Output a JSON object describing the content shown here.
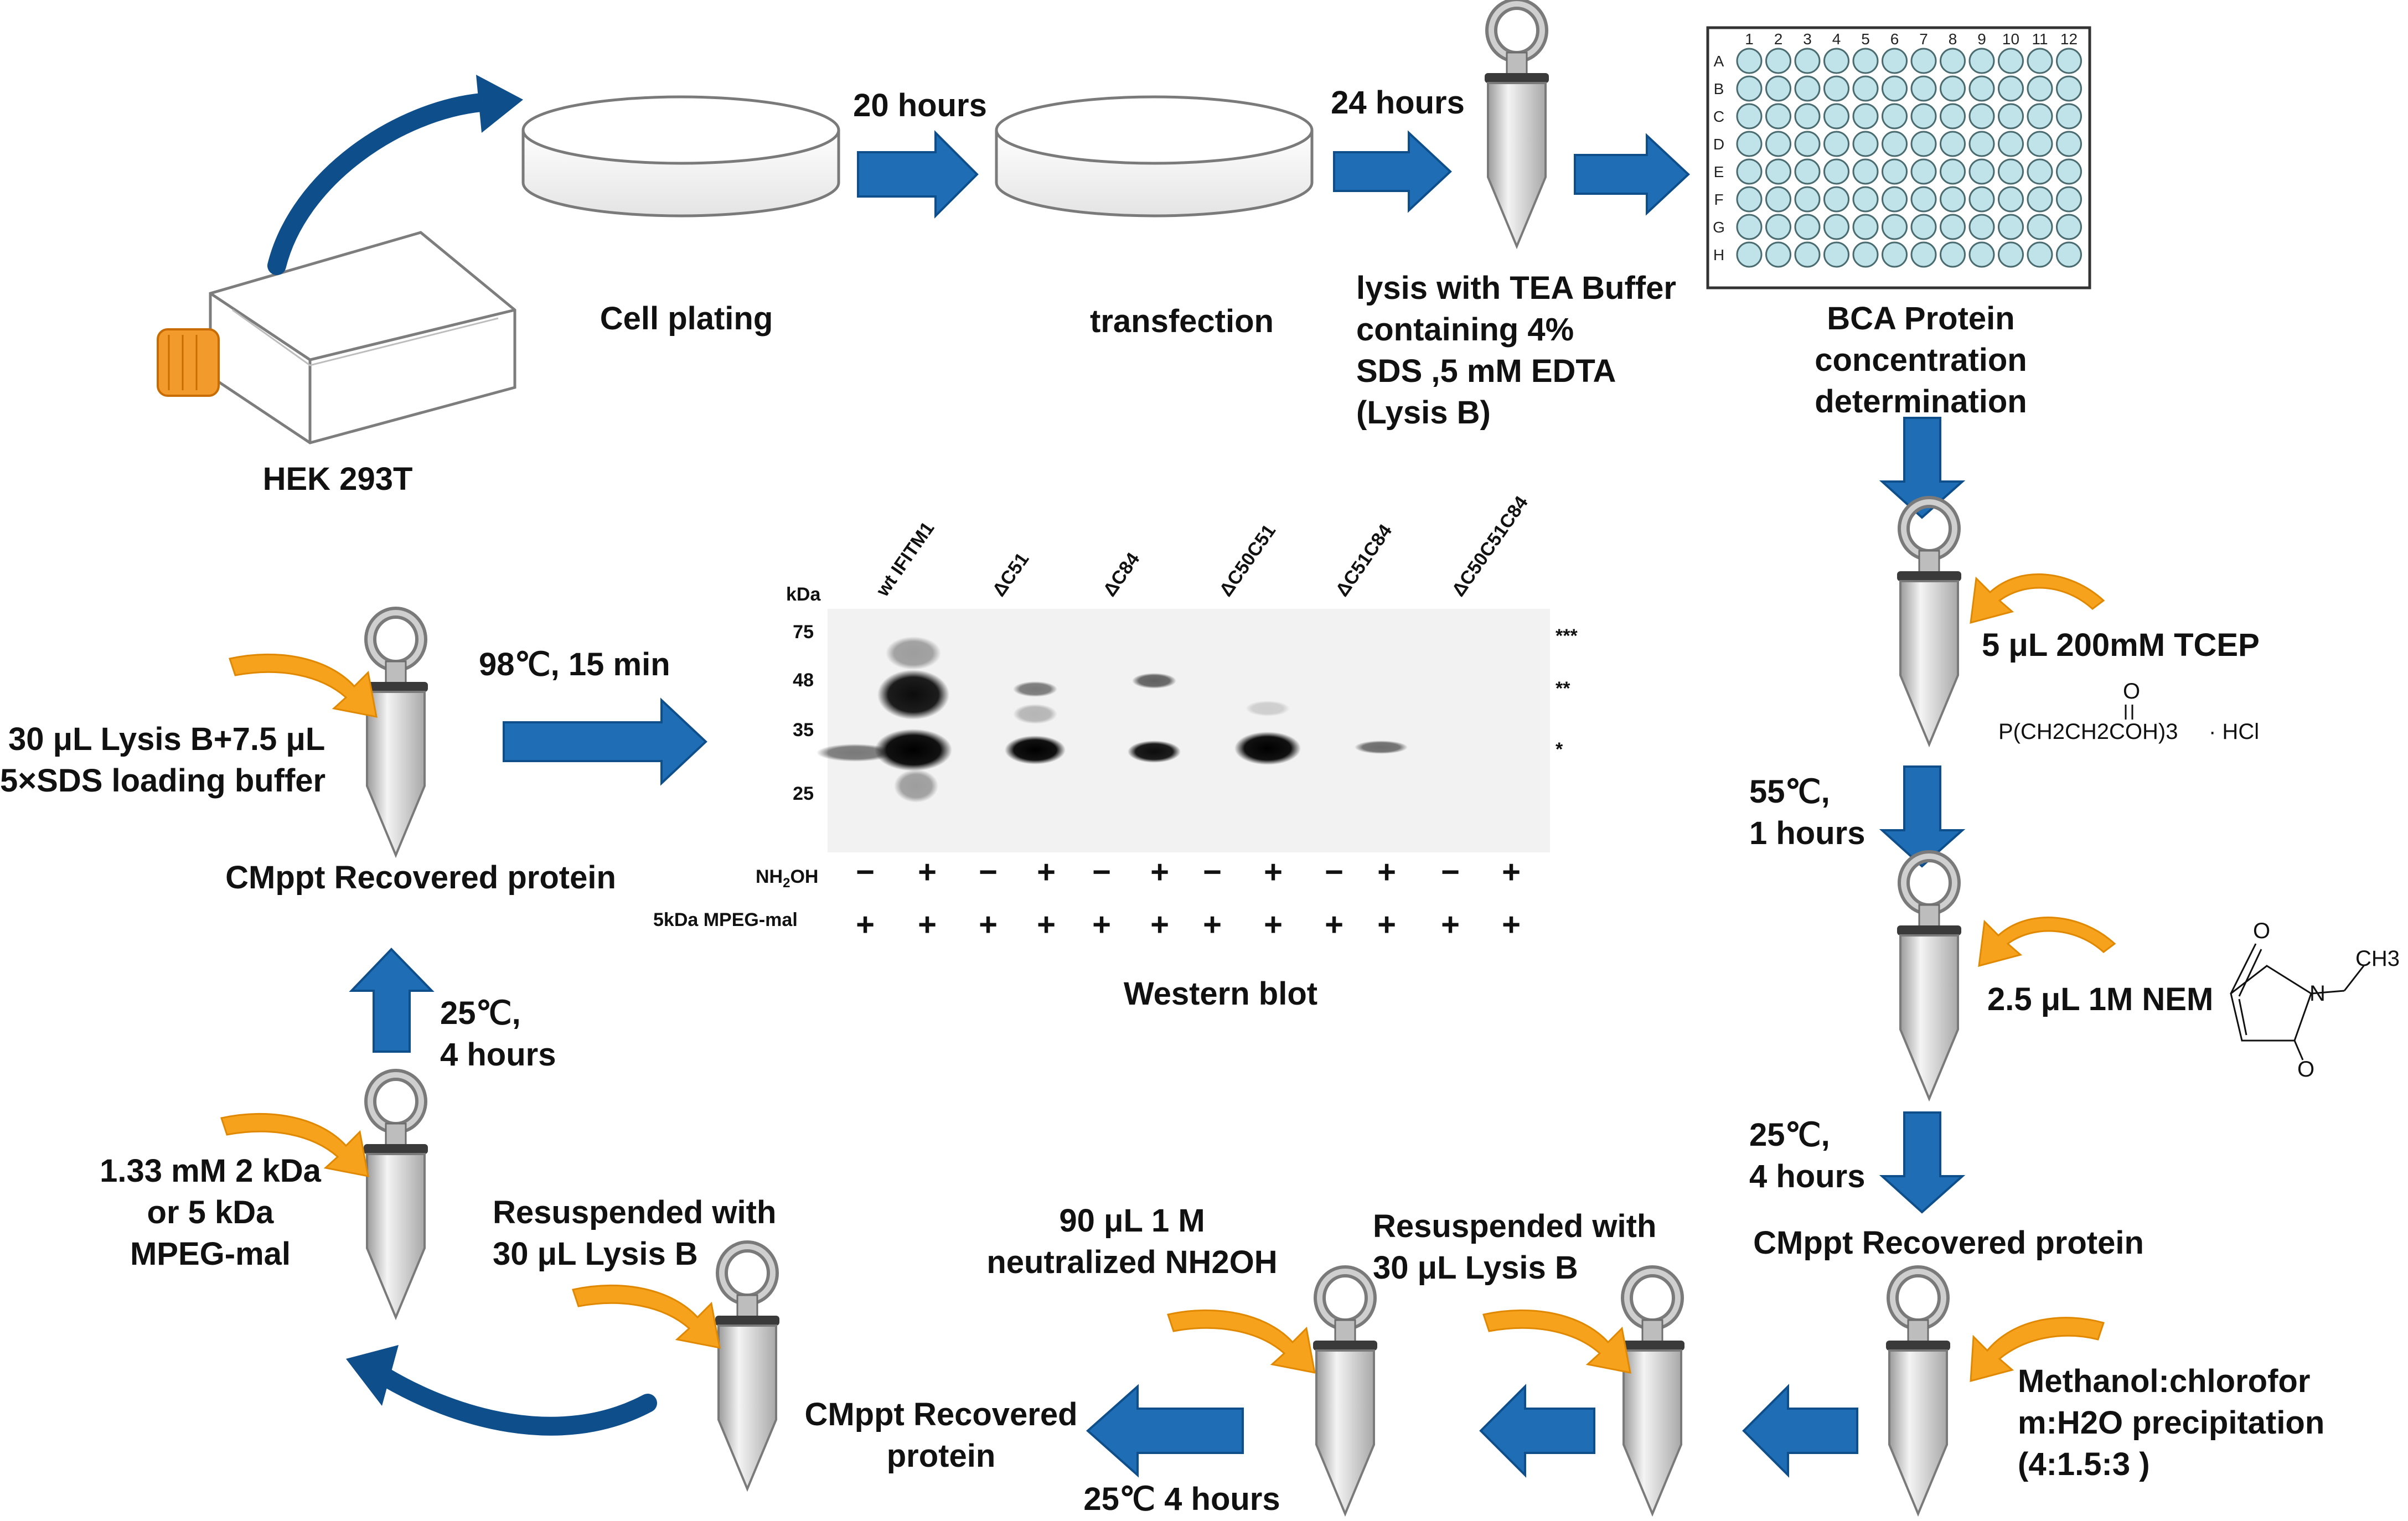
{
  "colors": {
    "arrow_blue": "#1F6EB5",
    "arrow_dark": "#0D4E8B",
    "curved_yellow": "#F6A21C",
    "well_fill": "#BFE3E8",
    "tube_grey": "#D6D6D6",
    "blot_bg": "#F2F2F2"
  },
  "steps": {
    "hek": "HEK 293T",
    "plating": "Cell plating",
    "t20": "20 hours",
    "transfection": "transfection",
    "t24": "24 hours",
    "lysis": [
      "lysis with TEA Buffer",
      "containing 4%",
      "SDS ,5 mM EDTA",
      "(Lysis B)"
    ],
    "bca": [
      "BCA Protein",
      "concentration",
      "determination"
    ],
    "tcep": "5 μL 200mM TCEP",
    "t55": [
      "55℃,",
      "1 hours"
    ],
    "nem": "2.5 μL 1M NEM",
    "t25a": [
      "25℃,",
      "4 hours"
    ],
    "cmppt1": "CMppt Recovered protein",
    "methanol": [
      "Methanol:chlorofor",
      "m:H2O precipitation",
      "(4:1.5:3 )"
    ],
    "resusp1": [
      "Resuspended with",
      "30 μL Lysis B"
    ],
    "nh2oh": [
      "90 μL 1 M",
      "neutralized NH2OH"
    ],
    "t25b": "25℃ 4 hours",
    "cmppt2": [
      "CMppt Recovered",
      "protein"
    ],
    "resusp2": [
      "Resuspended with",
      "30 μL Lysis B"
    ],
    "mpeg": [
      "1.33 mM 2 kDa",
      "or 5 kDa",
      "MPEG-mal"
    ],
    "t25c": [
      "25℃,",
      "4 hours"
    ],
    "cmppt3": "CMppt Recovered protein",
    "lysis_sds": [
      "30 μL Lysis B+7.5 μL",
      "5×SDS loading buffer"
    ],
    "t98": "98℃, 15 min",
    "western": "Western blot"
  },
  "plate": {
    "cols": [
      "1",
      "2",
      "3",
      "4",
      "5",
      "6",
      "7",
      "8",
      "9",
      "10",
      "11",
      "12"
    ],
    "rows": [
      "A",
      "B",
      "C",
      "D",
      "E",
      "F",
      "G",
      "H"
    ]
  },
  "chem": {
    "tcep_formula": "P(CH2CH2COH)3",
    "tcep_o": "O",
    "tcep_hcl": "· HCl",
    "nem_o1": "O",
    "nem_o2": "O",
    "nem_n": "N",
    "nem_ch3": "CH3"
  },
  "blot": {
    "kda": "kDa",
    "ladder": [
      "75",
      "48",
      "35",
      "25"
    ],
    "lanes": [
      "wt IFITM1",
      "ΔC51",
      "ΔC84",
      "ΔC50C51",
      "ΔC51C84",
      "ΔC50C51C84"
    ],
    "nh2oh_label": "NH2OH",
    "mpeg_label": "5kDa MPEG-mal",
    "nh2oh_signs": [
      "−",
      "+",
      "−",
      "+",
      "−",
      "+",
      "−",
      "+",
      "−",
      "+",
      "−",
      "+"
    ],
    "mpeg_signs": [
      "+",
      "+",
      "+",
      "+",
      "+",
      "+",
      "+",
      "+",
      "+",
      "+",
      "+",
      "+"
    ],
    "stars": [
      "***",
      "**",
      "*"
    ]
  }
}
